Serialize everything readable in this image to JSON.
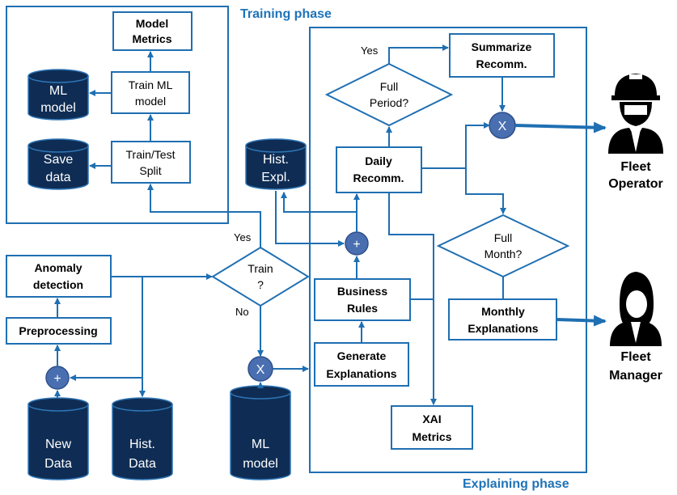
{
  "phases": {
    "training": "Training phase",
    "explaining": "Explaining phase"
  },
  "training": {
    "model_metrics": [
      "Model",
      "Metrics"
    ],
    "train_ml_model": [
      "Train ML",
      "model"
    ],
    "train_test_split": [
      "Train/Test",
      "Split"
    ],
    "ml_model_db": [
      "ML",
      "model"
    ],
    "save_data_db": [
      "Save",
      "data"
    ]
  },
  "input": {
    "anomaly_detection": [
      "Anomaly",
      "detection"
    ],
    "preprocessing": "Preprocessing",
    "new_data_db": [
      "New",
      "Data"
    ],
    "hist_data_db": [
      "Hist.",
      "Data"
    ],
    "ml_model_db": [
      "ML",
      "model"
    ],
    "train_decision": [
      "Train",
      "?"
    ],
    "yes": "Yes",
    "no": "No"
  },
  "explaining": {
    "hist_expl_db": [
      "Hist.",
      "Expl."
    ],
    "daily_recomm": [
      "Daily",
      "Recomm."
    ],
    "full_period": [
      "Full",
      "Period?"
    ],
    "summarize_recomm": [
      "Summarize",
      "Recomm."
    ],
    "full_month": [
      "Full",
      "Month?"
    ],
    "monthly_explanations": [
      "Monthly",
      "Explanations"
    ],
    "business_rules": [
      "Business",
      "Rules"
    ],
    "generate_explanations": [
      "Generate",
      "Explanations"
    ],
    "xai_metrics": [
      "XAI",
      "Metrics"
    ],
    "yes": "Yes"
  },
  "operators": {
    "plus": "+",
    "cross": "X"
  },
  "actors": {
    "fleet_operator": [
      "Fleet",
      "Operator"
    ],
    "fleet_manager": [
      "Fleet",
      "Manager"
    ]
  }
}
